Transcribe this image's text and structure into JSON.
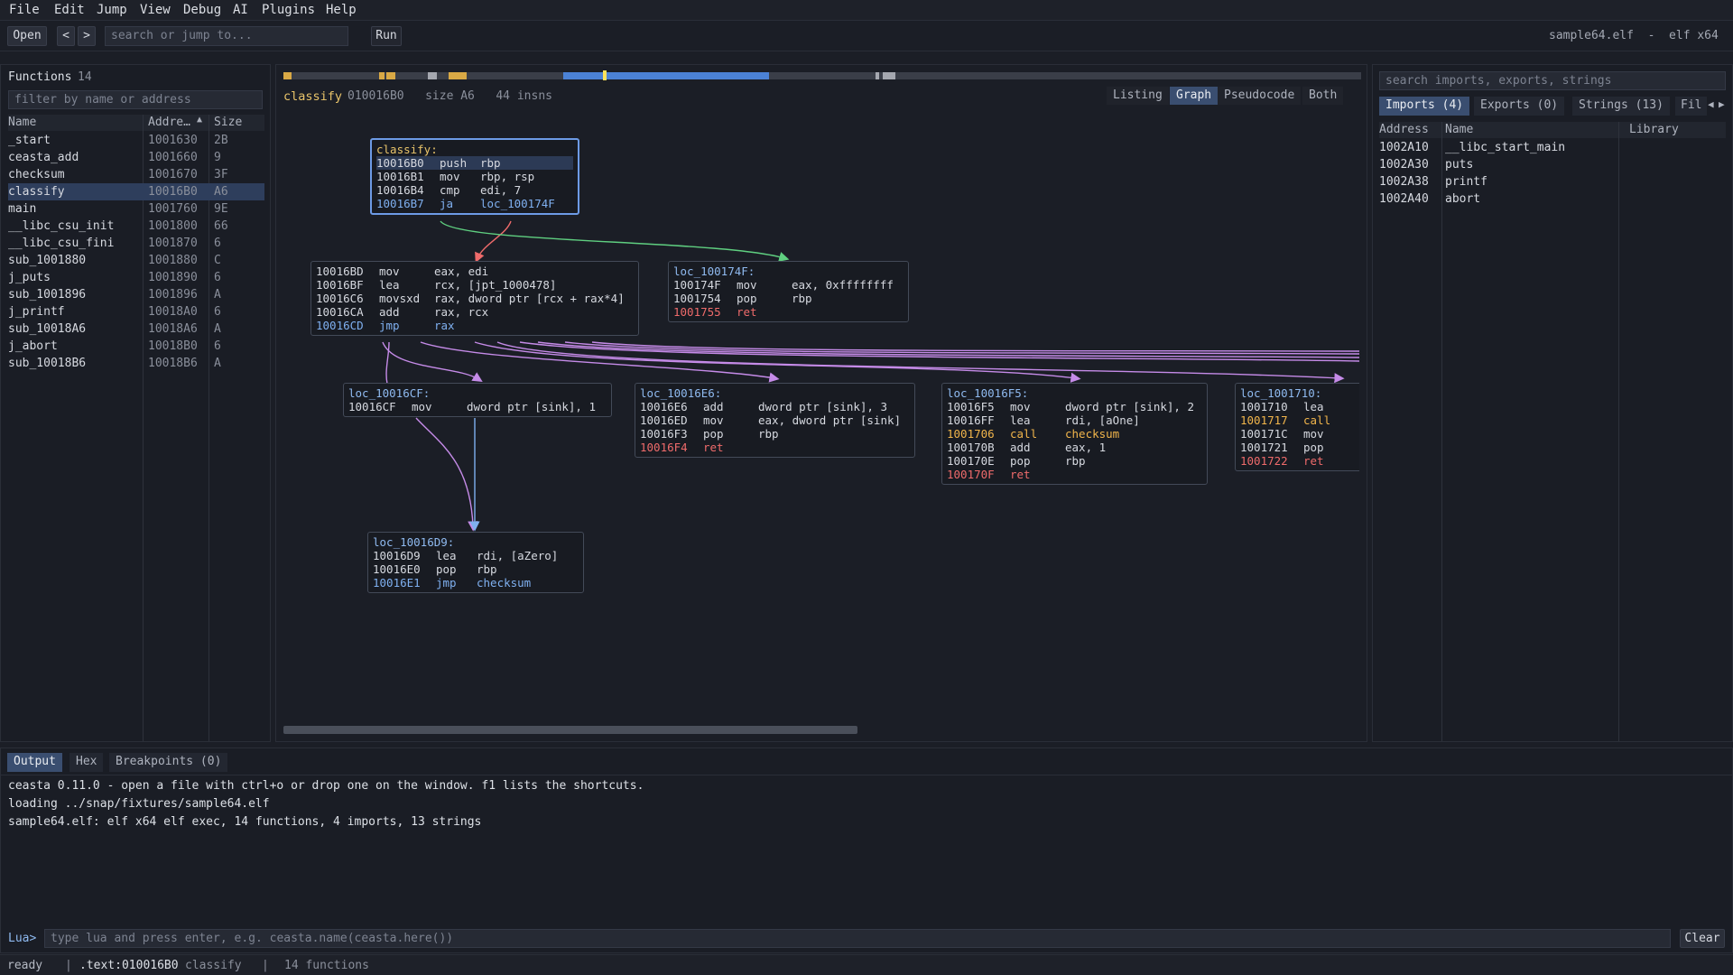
{
  "menu": [
    "File",
    "Edit",
    "Jump",
    "View",
    "Debug",
    "AI",
    "Plugins",
    "Help"
  ],
  "toolbar": {
    "open": "Open",
    "back": "<",
    "forward": ">",
    "search_placeholder": "search or jump to...",
    "run": "Run",
    "file_info": "sample64.elf  -  elf x64"
  },
  "functions": {
    "title": "Functions",
    "count": "14",
    "filter_placeholder": "filter by name or address",
    "columns": [
      "Name",
      "Addre…",
      "Size"
    ],
    "sort_indicator": "▲",
    "rows": [
      {
        "name": "_start",
        "addr": "1001630",
        "size": "2B"
      },
      {
        "name": "ceasta_add",
        "addr": "1001660",
        "size": "9"
      },
      {
        "name": "checksum",
        "addr": "1001670",
        "size": "3F"
      },
      {
        "name": "classify",
        "addr": "10016B0",
        "size": "A6"
      },
      {
        "name": "main",
        "addr": "1001760",
        "size": "9E"
      },
      {
        "name": "__libc_csu_init",
        "addr": "1001800",
        "size": "66"
      },
      {
        "name": "__libc_csu_fini",
        "addr": "1001870",
        "size": "6"
      },
      {
        "name": "sub_1001880",
        "addr": "1001880",
        "size": "C"
      },
      {
        "name": "j_puts",
        "addr": "1001890",
        "size": "6"
      },
      {
        "name": "sub_1001896",
        "addr": "1001896",
        "size": "A"
      },
      {
        "name": "j_printf",
        "addr": "10018A0",
        "size": "6"
      },
      {
        "name": "sub_10018A6",
        "addr": "10018A6",
        "size": "A"
      },
      {
        "name": "j_abort",
        "addr": "10018B0",
        "size": "6"
      },
      {
        "name": "sub_10018B6",
        "addr": "10018B6",
        "size": "A"
      }
    ]
  },
  "center": {
    "func_name": "classify",
    "func_info": "010016B0   size A6   44 insns",
    "views": [
      "Listing",
      "Graph",
      "Pseudocode",
      "Both"
    ],
    "nodes": {
      "n1": {
        "label": "classify:",
        "ins": [
          [
            "10016B0",
            "push",
            "rbp"
          ],
          [
            "10016B1",
            "mov",
            "rbp, rsp"
          ],
          [
            "10016B4",
            "cmp",
            "edi, 7"
          ],
          [
            "10016B7",
            "ja",
            "loc_100174F"
          ]
        ]
      },
      "n2": {
        "label": "",
        "ins": [
          [
            "10016BD",
            "mov",
            "eax, edi"
          ],
          [
            "10016BF",
            "lea",
            "rcx, [jpt_1000478]"
          ],
          [
            "10016C6",
            "movsxd",
            "rax, dword ptr [rcx + rax*4]"
          ],
          [
            "10016CA",
            "add",
            "rax, rcx"
          ],
          [
            "10016CD",
            "jmp",
            "rax"
          ]
        ]
      },
      "n3": {
        "label": "loc_100174F:",
        "ins": [
          [
            "100174F",
            "mov",
            "eax, 0xffffffff"
          ],
          [
            "1001754",
            "pop",
            "rbp"
          ],
          [
            "1001755",
            "ret",
            ""
          ]
        ]
      },
      "n4": {
        "label": "loc_10016CF:",
        "ins": [
          [
            "10016CF",
            "mov",
            "dword ptr [sink], 1"
          ]
        ]
      },
      "n5": {
        "label": "loc_10016E6:",
        "ins": [
          [
            "10016E6",
            "add",
            "dword ptr [sink], 3"
          ],
          [
            "10016ED",
            "mov",
            "eax, dword ptr [sink]"
          ],
          [
            "10016F3",
            "pop",
            "rbp"
          ],
          [
            "10016F4",
            "ret",
            ""
          ]
        ]
      },
      "n6": {
        "label": "loc_10016F5:",
        "ins": [
          [
            "10016F5",
            "mov",
            "dword ptr [sink], 2"
          ],
          [
            "10016FF",
            "lea",
            "rdi, [aOne]"
          ],
          [
            "1001706",
            "call",
            "checksum"
          ],
          [
            "100170B",
            "add",
            "eax, 1"
          ],
          [
            "100170E",
            "pop",
            "rbp"
          ],
          [
            "100170F",
            "ret",
            ""
          ]
        ]
      },
      "n7": {
        "label": "loc_1001710:",
        "ins": [
          [
            "1001710",
            "lea",
            ""
          ],
          [
            "1001717",
            "call",
            ""
          ],
          [
            "100171C",
            "mov",
            ""
          ],
          [
            "1001721",
            "pop",
            ""
          ],
          [
            "1001722",
            "ret",
            ""
          ]
        ]
      },
      "n8": {
        "label": "loc_10016D9:",
        "ins": [
          [
            "10016D9",
            "lea",
            "rdi, [aZero]"
          ],
          [
            "10016E0",
            "pop",
            "rbp"
          ],
          [
            "10016E1",
            "jmp",
            "checksum"
          ]
        ]
      }
    }
  },
  "right": {
    "search_placeholder": "search imports, exports, strings",
    "tabs": [
      "Imports (4)",
      "Exports (0)",
      "Strings (13)",
      "Fil"
    ],
    "columns": [
      "Address",
      "Name",
      "Library"
    ],
    "rows": [
      {
        "addr": "1002A10",
        "name": "__libc_start_main",
        "lib": ""
      },
      {
        "addr": "1002A30",
        "name": "puts",
        "lib": ""
      },
      {
        "addr": "1002A38",
        "name": "printf",
        "lib": ""
      },
      {
        "addr": "1002A40",
        "name": "abort",
        "lib": ""
      }
    ]
  },
  "bottom": {
    "tabs": [
      "Output",
      "Hex",
      "Breakpoints (0)"
    ],
    "lines": [
      "ceasta 0.11.0 - open a file with ctrl+o or drop one on the window. f1 lists the shortcuts.",
      "loading ../snap/fixtures/sample64.elf",
      "sample64.elf: elf x64 elf exec, 14 functions, 4 imports, 13 strings"
    ],
    "lua_prompt": "Lua>",
    "lua_placeholder": "type lua and press enter, e.g.  ceasta.name(ceasta.here())",
    "clear": "Clear"
  },
  "status": {
    "state": "ready",
    "location": ".text:010016B0",
    "func": "classify",
    "count": "14 functions"
  },
  "colors": {
    "accent": "#3a4e70",
    "call": "#f1b54b",
    "ret": "#ef6b6b",
    "jump_edge": "#7fb0f0",
    "switch_edge": "#c58be8"
  }
}
